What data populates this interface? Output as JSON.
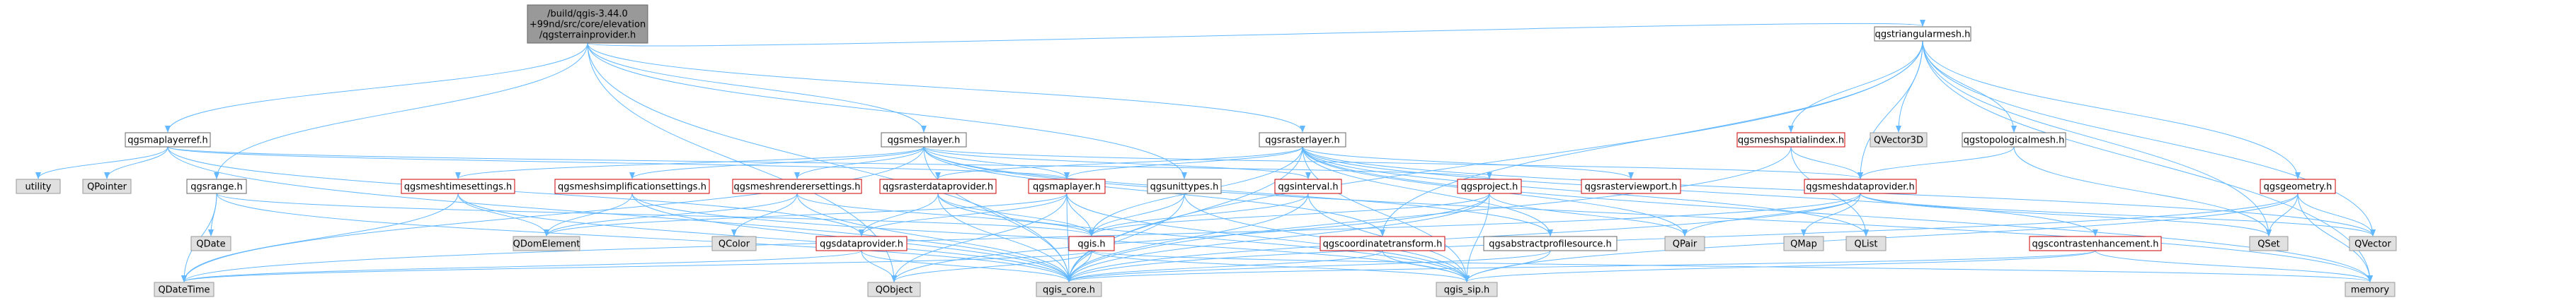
{
  "colors": {
    "edge": "#63b8ff",
    "file_border": "#666666",
    "file_fill": "#ffffff",
    "red_border": "#cc0000",
    "system_fill": "#e0e0e0",
    "system_border": "#999999",
    "root_fill": "#999999",
    "root_border": "#666666"
  },
  "diagram": {
    "nodes": [
      {
        "id": "root",
        "kind": "root",
        "lines": [
          "/build/qgis-3.44.0",
          "+99nd/src/core/elevation",
          "/qgsterrainprovider.h"
        ]
      },
      {
        "id": "qgstriangularmesh",
        "kind": "file",
        "lines": [
          "qgstriangularmesh.h"
        ]
      },
      {
        "id": "qgsmaplayerref",
        "kind": "file",
        "lines": [
          "qgsmaplayerref.h"
        ]
      },
      {
        "id": "qgsmeshlayer",
        "kind": "file",
        "lines": [
          "qgsmeshlayer.h"
        ]
      },
      {
        "id": "qgsrasterlayer",
        "kind": "file",
        "lines": [
          "qgsrasterlayer.h"
        ]
      },
      {
        "id": "qgsmeshspatialindex",
        "kind": "red",
        "lines": [
          "qgsmeshspatialindex.h"
        ]
      },
      {
        "id": "qvector3d",
        "kind": "system",
        "lines": [
          "QVector3D"
        ]
      },
      {
        "id": "qgstopologicalmesh",
        "kind": "file",
        "lines": [
          "qgstopologicalmesh.h"
        ]
      },
      {
        "id": "utility",
        "kind": "system",
        "lines": [
          "utility"
        ]
      },
      {
        "id": "qpointer",
        "kind": "system",
        "lines": [
          "QPointer"
        ]
      },
      {
        "id": "qgsrange",
        "kind": "file",
        "lines": [
          "qgsrange.h"
        ]
      },
      {
        "id": "qgsmeshtimesettings",
        "kind": "red",
        "lines": [
          "qgsmeshtimesettings.h"
        ]
      },
      {
        "id": "qgsmeshsimplificationsettings",
        "kind": "red",
        "lines": [
          "qgsmeshsimplificationsettings.h"
        ]
      },
      {
        "id": "qgsmeshrenderersettings",
        "kind": "red",
        "lines": [
          "qgsmeshrenderersettings.h"
        ]
      },
      {
        "id": "qgsrasterdataprovider",
        "kind": "red",
        "lines": [
          "qgsrasterdataprovider.h"
        ]
      },
      {
        "id": "qgsmaplayer",
        "kind": "red",
        "lines": [
          "qgsmaplayer.h"
        ]
      },
      {
        "id": "qgsunittypes",
        "kind": "file",
        "lines": [
          "qgsunittypes.h"
        ]
      },
      {
        "id": "qgsinterval",
        "kind": "red",
        "lines": [
          "qgsinterval.h"
        ]
      },
      {
        "id": "qgsproject",
        "kind": "red",
        "lines": [
          "qgsproject.h"
        ]
      },
      {
        "id": "qgsrasterviewport",
        "kind": "red",
        "lines": [
          "qgsrasterviewport.h"
        ]
      },
      {
        "id": "qgsmeshdataprovider",
        "kind": "red",
        "lines": [
          "qgsmeshdataprovider.h"
        ]
      },
      {
        "id": "qgsgeometry",
        "kind": "red",
        "lines": [
          "qgsgeometry.h"
        ]
      },
      {
        "id": "qdate",
        "kind": "system",
        "lines": [
          "QDate"
        ]
      },
      {
        "id": "qdomelement",
        "kind": "system",
        "lines": [
          "QDomElement"
        ]
      },
      {
        "id": "qcolor",
        "kind": "system",
        "lines": [
          "QColor"
        ]
      },
      {
        "id": "qgsdataprovider",
        "kind": "red",
        "lines": [
          "qgsdataprovider.h"
        ]
      },
      {
        "id": "qgis",
        "kind": "red",
        "lines": [
          "qgis.h"
        ]
      },
      {
        "id": "qgscoordinatetransform",
        "kind": "red",
        "lines": [
          "qgscoordinatetransform.h"
        ]
      },
      {
        "id": "qgsabstractprofilesource",
        "kind": "file",
        "lines": [
          "qgsabstractprofilesource.h"
        ]
      },
      {
        "id": "qpair",
        "kind": "system",
        "lines": [
          "QPair"
        ]
      },
      {
        "id": "qmap",
        "kind": "system",
        "lines": [
          "QMap"
        ]
      },
      {
        "id": "qlist",
        "kind": "system",
        "lines": [
          "QList"
        ]
      },
      {
        "id": "qgscontrastenhancement",
        "kind": "red",
        "lines": [
          "qgscontrastenhancement.h"
        ]
      },
      {
        "id": "qset",
        "kind": "system",
        "lines": [
          "QSet"
        ]
      },
      {
        "id": "qvector",
        "kind": "system",
        "lines": [
          "QVector"
        ]
      },
      {
        "id": "memory",
        "kind": "system",
        "lines": [
          "memory"
        ]
      },
      {
        "id": "qdatetime",
        "kind": "system",
        "lines": [
          "QDateTime"
        ]
      },
      {
        "id": "qobject",
        "kind": "system",
        "lines": [
          "QObject"
        ]
      },
      {
        "id": "qgis_core",
        "kind": "system",
        "lines": [
          "qgis_core.h"
        ]
      },
      {
        "id": "qgis_sip",
        "kind": "system",
        "lines": [
          "qgis_sip.h"
        ]
      }
    ],
    "edges": [
      [
        "root",
        "qgstriangularmesh"
      ],
      [
        "root",
        "qgsmaplayerref"
      ],
      [
        "root",
        "qgsmeshlayer"
      ],
      [
        "root",
        "qgsrasterlayer"
      ],
      [
        "root",
        "qgsrange"
      ],
      [
        "root",
        "qgsunittypes"
      ],
      [
        "root",
        "qgis_core"
      ],
      [
        "root",
        "qobject"
      ],
      [
        "qgstriangularmesh",
        "qgsmeshspatialindex"
      ],
      [
        "qgstriangularmesh",
        "qvector3d"
      ],
      [
        "qgstriangularmesh",
        "qgstopologicalmesh"
      ],
      [
        "qgstriangularmesh",
        "qgsgeometry"
      ],
      [
        "qgstriangularmesh",
        "qset"
      ],
      [
        "qgstriangularmesh",
        "qvector"
      ],
      [
        "qgstriangularmesh",
        "memory"
      ],
      [
        "qgstriangularmesh",
        "qgscoordinatetransform"
      ],
      [
        "qgstriangularmesh",
        "qgis_core"
      ],
      [
        "qgstriangularmesh",
        "qgsmeshdataprovider"
      ],
      [
        "qgsmaplayerref",
        "utility"
      ],
      [
        "qgsmaplayerref",
        "qpointer"
      ],
      [
        "qgsmaplayerref",
        "qgsmaplayer"
      ],
      [
        "qgsmaplayerref",
        "qgsproject"
      ],
      [
        "qgsmaplayerref",
        "qgsdataprovider"
      ],
      [
        "qgsmaplayerref",
        "qgis_core"
      ],
      [
        "qgsmeshlayer",
        "qgsmeshtimesettings"
      ],
      [
        "qgsmeshlayer",
        "qgsmeshsimplificationsettings"
      ],
      [
        "qgsmeshlayer",
        "qgsmeshrenderersettings"
      ],
      [
        "qgsmeshlayer",
        "qgsmaplayer"
      ],
      [
        "qgsmeshlayer",
        "qgsinterval"
      ],
      [
        "qgsmeshlayer",
        "qgsmeshdataprovider"
      ],
      [
        "qgsmeshlayer",
        "qgscoordinatetransform"
      ],
      [
        "qgsmeshlayer",
        "qgsabstractprofilesource"
      ],
      [
        "qgsmeshlayer",
        "qgis_core"
      ],
      [
        "qgsmeshlayer",
        "memory"
      ],
      [
        "qgsmeshlayer",
        "qdatetime"
      ],
      [
        "qgsrasterlayer",
        "qgsrasterdataprovider"
      ],
      [
        "qgsrasterlayer",
        "qgsmaplayer"
      ],
      [
        "qgsrasterlayer",
        "qgsrasterviewport"
      ],
      [
        "qgsrasterlayer",
        "qgscontrastenhancement"
      ],
      [
        "qgsrasterlayer",
        "qgsabstractprofilesource"
      ],
      [
        "qgsrasterlayer",
        "qlist"
      ],
      [
        "qgsrasterlayer",
        "qpair"
      ],
      [
        "qgsrasterlayer",
        "qgis_core"
      ],
      [
        "qgsrasterlayer",
        "qgis_sip"
      ],
      [
        "qgsrasterlayer",
        "memory"
      ],
      [
        "qgsrasterlayer",
        "qvector"
      ],
      [
        "qgsrasterlayer",
        "qgis"
      ],
      [
        "qgsmeshspatialindex",
        "qgsmeshdataprovider"
      ],
      [
        "qgsmeshspatialindex",
        "qlist"
      ],
      [
        "qgsmeshspatialindex",
        "qgis_core"
      ],
      [
        "qgstopologicalmesh",
        "qgsmeshdataprovider"
      ],
      [
        "qgstopologicalmesh",
        "qset"
      ],
      [
        "qgsrange",
        "qdate"
      ],
      [
        "qgsrange",
        "qdatetime"
      ],
      [
        "qgsrange",
        "qgis"
      ],
      [
        "qgsrange",
        "qgis_core"
      ],
      [
        "qgsmeshtimesettings",
        "qdomelement"
      ],
      [
        "qgsmeshtimesettings",
        "qdatetime"
      ],
      [
        "qgsmeshtimesettings",
        "qgis_core"
      ],
      [
        "qgsmeshsimplificationsettings",
        "qdomelement"
      ],
      [
        "qgsmeshsimplificationsettings",
        "qgis_core"
      ],
      [
        "qgsmeshsimplificationsettings",
        "qgis_sip"
      ],
      [
        "qgsmeshrenderersettings",
        "qcolor"
      ],
      [
        "qgsmeshrenderersettings",
        "qdomelement"
      ],
      [
        "qgsmeshrenderersettings",
        "qgis_core"
      ],
      [
        "qgsmeshrenderersettings",
        "qgis"
      ],
      [
        "qgsrasterdataprovider",
        "qgsdataprovider"
      ],
      [
        "qgsrasterdataprovider",
        "qgis_core"
      ],
      [
        "qgsrasterdataprovider",
        "qgis_sip"
      ],
      [
        "qgsrasterdataprovider",
        "qgis"
      ],
      [
        "qgsmaplayer",
        "qgsdataprovider"
      ],
      [
        "qgsmaplayer",
        "qobject"
      ],
      [
        "qgsmaplayer",
        "qgis"
      ],
      [
        "qgsmaplayer",
        "qgis_core"
      ],
      [
        "qgsmaplayer",
        "qdomelement"
      ],
      [
        "qgsmaplayer",
        "qgis_sip"
      ],
      [
        "qgsunittypes",
        "qgis"
      ],
      [
        "qgsunittypes",
        "qgis_core"
      ],
      [
        "qgsunittypes",
        "qgis_sip"
      ],
      [
        "qgsinterval",
        "qgis"
      ],
      [
        "qgsinterval",
        "qgis_core"
      ],
      [
        "qgsinterval",
        "qgis_sip"
      ],
      [
        "qgsproject",
        "qgis"
      ],
      [
        "qgsproject",
        "qobject"
      ],
      [
        "qgsproject",
        "qpair"
      ],
      [
        "qgsproject",
        "qgis_core"
      ],
      [
        "qgsproject",
        "qgis_sip"
      ],
      [
        "qgsmeshdataprovider",
        "qmap"
      ],
      [
        "qgsmeshdataprovider",
        "qpair"
      ],
      [
        "qgsmeshdataprovider",
        "qgis_core"
      ],
      [
        "qgsmeshdataprovider",
        "qdatetime"
      ],
      [
        "qgsmeshdataprovider",
        "qvector"
      ],
      [
        "qgsmeshdataprovider",
        "qset"
      ],
      [
        "qgsgeometry",
        "qset"
      ],
      [
        "qgsgeometry",
        "qvector"
      ],
      [
        "qgsgeometry",
        "qgis_core"
      ],
      [
        "qgsgeometry",
        "qgis_sip"
      ],
      [
        "qgsgeometry",
        "memory"
      ],
      [
        "qgsdataprovider",
        "qobject"
      ],
      [
        "qgsdataprovider",
        "qdatetime"
      ],
      [
        "qgsdataprovider",
        "qgis_core"
      ],
      [
        "qgis",
        "qgis_core"
      ],
      [
        "qgis",
        "qgis_sip"
      ],
      [
        "qgis",
        "qobject"
      ],
      [
        "qgis",
        "qdatetime"
      ],
      [
        "qgis",
        "memory"
      ],
      [
        "qgscoordinatetransform",
        "qgis_core"
      ],
      [
        "qgscoordinatetransform",
        "qgis_sip"
      ],
      [
        "qgsabstractprofilesource",
        "qgis_core"
      ],
      [
        "qgsabstractprofilesource",
        "qgis_sip"
      ],
      [
        "qgscontrastenhancement",
        "qgis_core"
      ],
      [
        "qgscontrastenhancement",
        "qgis_sip"
      ],
      [
        "qgscontrastenhancement",
        "memory"
      ]
    ]
  }
}
